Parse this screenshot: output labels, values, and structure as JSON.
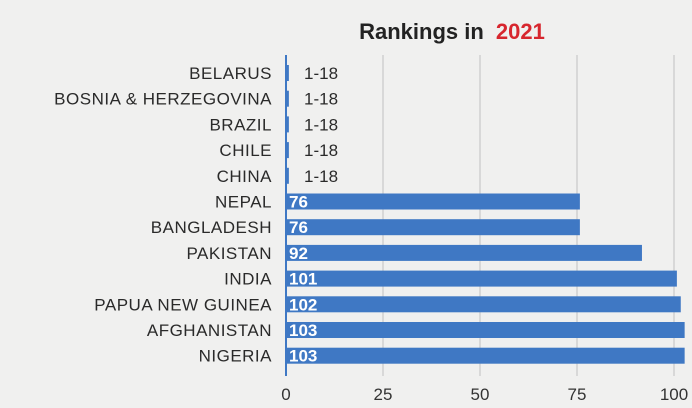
{
  "chart_data": {
    "type": "bar",
    "orientation": "horizontal",
    "title_prefix": "Rankings in",
    "title_year": "2021",
    "title_year_color": "#d7262e",
    "bar_color": "#3f78c4",
    "grid": true,
    "xlim": [
      0,
      100
    ],
    "xticks": [
      0,
      25,
      50,
      75,
      100
    ],
    "xtick_labels": [
      "0",
      "25",
      "50",
      "75",
      "100"
    ],
    "categories": [
      "BELARUS",
      "BOSNIA & HERZEGOVINA",
      "BRAZIL",
      "CHILE",
      "CHINA",
      "NEPAL",
      "BANGLADESH",
      "PAKISTAN",
      "INDIA",
      "PAPUA NEW GUINEA",
      "AFGHANISTAN",
      "NIGERIA"
    ],
    "values": [
      1,
      1,
      1,
      1,
      1,
      76,
      76,
      92,
      101,
      102,
      103,
      103
    ],
    "value_labels": [
      "1-18",
      "1-18",
      "1-18",
      "1-18",
      "1-18",
      "76",
      "76",
      "92",
      "101",
      "102",
      "103",
      "103"
    ]
  }
}
